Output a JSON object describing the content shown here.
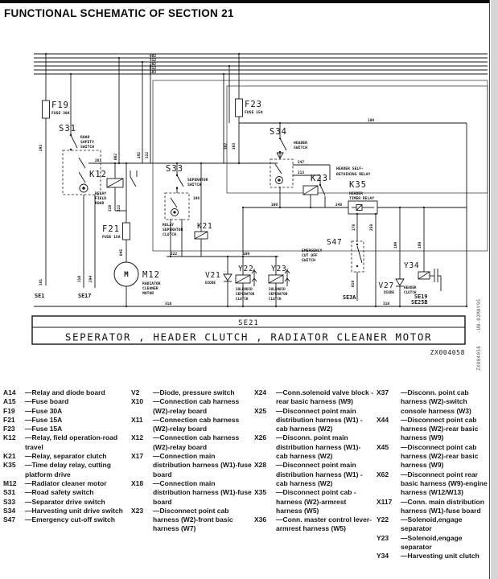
{
  "page": {
    "title": "FUNCTIONAL SCHEMATIC OF SECTION 21"
  },
  "colors": {
    "ink": "#141414",
    "paper": "#ffffff"
  },
  "schematic": {
    "bus_labels": [
      "002",
      "312",
      "302",
      "212",
      "103"
    ],
    "wire_labels": [
      "293",
      "002",
      "192",
      "322",
      "261",
      "310",
      "322",
      "196",
      "222",
      "045",
      "161",
      "310",
      "294",
      "302",
      "103",
      "109",
      "109",
      "109",
      "247",
      "213",
      "248",
      "178",
      "259",
      "189",
      "189",
      "018",
      "310",
      "310"
    ],
    "components": {
      "f19": {
        "id": "F19",
        "lines": [
          "FUSE 30A"
        ]
      },
      "s31": {
        "id": "S31",
        "lines": [
          "ROAD",
          "SAFETY",
          "SWITCH"
        ]
      },
      "k12": {
        "id": "K12",
        "lines": [
          "RELAY",
          "FIELD",
          "ROAD"
        ]
      },
      "f21": {
        "id": "F21",
        "lines": [
          "FUSE 15A"
        ]
      },
      "m12": {
        "id": "M12",
        "symbol": "M",
        "lines": [
          "RADIATOR",
          "CLEANER",
          "MOTOR"
        ]
      },
      "s33": {
        "id": "S33",
        "lines": [
          "SEPERATOR",
          "SWITCH"
        ]
      },
      "k21": {
        "id": "K21",
        "lines": [
          "RELAY",
          "SEPERATOR",
          "CLUTCH"
        ]
      },
      "f23": {
        "id": "F23",
        "lines": [
          "FUSE 15A"
        ]
      },
      "s34": {
        "id": "S34",
        "lines": [
          "HEADER",
          "SWITCH"
        ]
      },
      "k23": {
        "id": "K23",
        "lines": [
          "HEADER SELF-",
          "RETAINING RELAY"
        ]
      },
      "k35": {
        "id": "K35",
        "lines": [
          "HEADER",
          "TIMER RELAY"
        ]
      },
      "s47": {
        "id": "S47",
        "lines": [
          "EMERGENCY",
          "CUT OFF",
          "SWITCH"
        ]
      },
      "v21": {
        "id": "V21",
        "lines": [
          "DIODE"
        ]
      },
      "y22": {
        "id": "Y22",
        "lines": [
          "SOLENOID",
          "SEPERATOR",
          "CLUTCH"
        ]
      },
      "y23": {
        "id": "Y23",
        "lines": [
          "SOLENOID",
          "SEPERATOR",
          "CLUTCH"
        ]
      },
      "v27": {
        "id": "V27",
        "lines": [
          "DIODE"
        ]
      },
      "y34": {
        "id": "Y34",
        "lines": [
          "HEADER",
          "CLUTCH"
        ]
      }
    },
    "terminals": {
      "se1": "SE1",
      "se17": "SE17",
      "se3a": "SE3A",
      "se19": "SE19",
      "se25b": "SE25B"
    }
  },
  "footer": {
    "box_title": "SE21",
    "box_caption": "SEPERATOR , HEADER CLUTCH , RADIATOR CLEANER MOTOR",
    "figure_code": "ZX004058",
    "margin_note": "ZX004058    -UN-02MAY95"
  },
  "legend": {
    "columns": [
      [
        {
          "term": "A14",
          "desc": "—Relay and diode board"
        },
        {
          "term": "A15",
          "desc": "—Fuse board"
        },
        {
          "term": "F19",
          "desc": "—Fuse 30A"
        },
        {
          "term": "F21",
          "desc": "—Fuse 15A"
        },
        {
          "term": "F23",
          "desc": "—Fuse 15A"
        },
        {
          "term": "K12",
          "desc": "—Relay, field operation-road travel"
        },
        {
          "term": "K21",
          "desc": "—Relay, separator clutch"
        },
        {
          "term": "K35",
          "desc": "—Time delay relay, cutting platform drive"
        },
        {
          "term": "M12",
          "desc": "—Radiator cleaner motor"
        },
        {
          "term": "S31",
          "desc": "—Road safety switch"
        },
        {
          "term": "S33",
          "desc": "—Separator drive switch"
        },
        {
          "term": "S34",
          "desc": "—Harvesting unit drive switch"
        },
        {
          "term": "S47",
          "desc": "—Emergency cut-off switch"
        }
      ],
      [
        {
          "term": "V2",
          "desc": "—Diode, pressure switch"
        },
        {
          "term": "X10",
          "desc": "—Connection cab harness (W2)-relay board"
        },
        {
          "term": "X11",
          "desc": "—Connection cab harness (W2)-relay board"
        },
        {
          "term": "X12",
          "desc": "—Connection cab harness (W2)-relay board"
        },
        {
          "term": "X17",
          "desc": "—Connection main distribution harness (W1)-fuse board"
        },
        {
          "term": "X18",
          "desc": "—Connection main distribution harness (W1)-fuse board"
        },
        {
          "term": "X23",
          "desc": "—Disconnect point cab harness (W2)-front basic harness (W7)"
        }
      ],
      [
        {
          "term": "X24",
          "desc": "—Conn.solenoid valve block -rear basic harness (W9)"
        },
        {
          "term": "X25",
          "desc": "—Disconnect point main distribution harness (W1) -cab harness (W2)"
        },
        {
          "term": "X26",
          "desc": "—Disconn. point main distribution harness (W1)- cab harness (W2)"
        },
        {
          "term": "X28",
          "desc": "—Disconnect point main distribution harness (W1) -cab harness (W2)"
        },
        {
          "term": "X35",
          "desc": "—Disconnect point cab -harness (W2)-armrest harness (W5)"
        },
        {
          "term": "X36",
          "desc": "—Conn. master control lever-armrest harness (W5)"
        }
      ],
      [
        {
          "term": "X37",
          "desc": "—Disconn. point cab harness (W2)-switch console harness (W3)"
        },
        {
          "term": "X44",
          "desc": "—Disconnect point cab harness (W2)-rear basic harness (W9)"
        },
        {
          "term": "X45",
          "desc": "—Disconnect point cab harness (W2)-rear basic harness (W9)"
        },
        {
          "term": "X62",
          "desc": "—Disconnect point rear basic harness (W9)-engine harness (W12/W13)"
        },
        {
          "term": "X117",
          "desc": "—Conn. main distribution harness (W1)-fuse board"
        },
        {
          "term": "Y22",
          "desc": "—Solenoid,engage separator"
        },
        {
          "term": "Y23",
          "desc": "—Solenoid,engage separator"
        },
        {
          "term": "Y34",
          "desc": "—Harvesting unit clutch"
        }
      ]
    ]
  }
}
